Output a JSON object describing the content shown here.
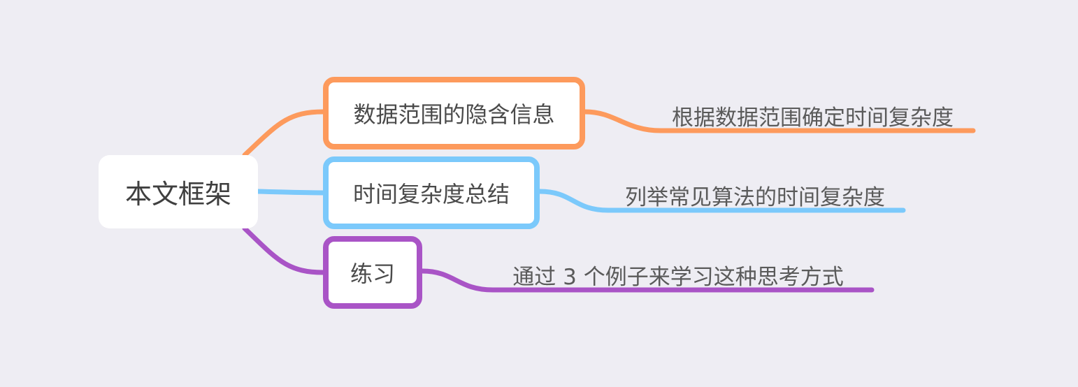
{
  "mindmap": {
    "root": {
      "label": "本文框架"
    },
    "branches": [
      {
        "label": "数据范围的隐含信息",
        "color": "#fd9a5c",
        "child": "根据数据范围确定时间复杂度"
      },
      {
        "label": "时间复杂度总结",
        "color": "#7bc9fb",
        "child": "列举常见算法的时间复杂度"
      },
      {
        "label": "练习",
        "color": "#a954c6",
        "child": "通过 3 个例子来学习这种思考方式"
      }
    ]
  },
  "background": "#eeedf3"
}
